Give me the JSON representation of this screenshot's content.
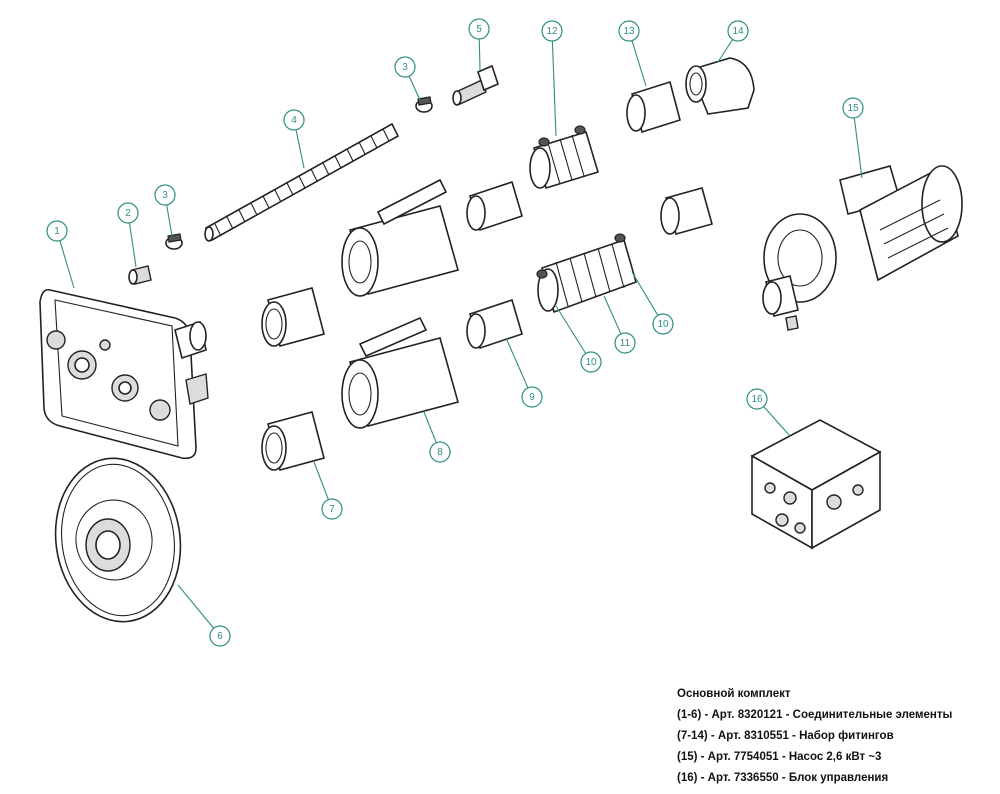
{
  "colors": {
    "callout": "#2f8f7f",
    "line_art": "#222222",
    "background": "#ffffff"
  },
  "callouts": [
    "1",
    "2",
    "3",
    "3",
    "4",
    "5",
    "6",
    "7",
    "8",
    "9",
    "10",
    "10",
    "11",
    "12",
    "13",
    "14",
    "15",
    "16"
  ],
  "legend": {
    "title": "Основной комплект",
    "lines": [
      "(1-6) - Арт. 8320121 - Соединительные элементы",
      "(7-14) - Арт. 8310551 - Набор фитингов",
      "(15) - Арт. 7754051 - Насос 2,6 кВт ~3",
      "(16) - Арт. 7336550 - Блок управления"
    ]
  }
}
